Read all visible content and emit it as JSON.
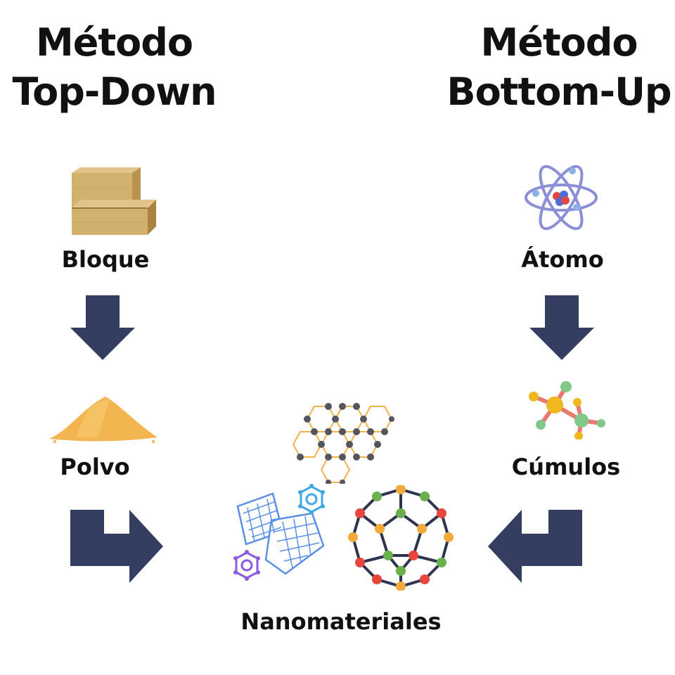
{
  "left": {
    "title_line1": "Método",
    "title_line2": "Top-Down",
    "step1": "Bloque",
    "step2": "Polvo"
  },
  "right": {
    "title_line1": "Método",
    "title_line2": "Bottom-Up",
    "step1": "Átomo",
    "step2": "Cúmulos"
  },
  "center": {
    "label": "Nanomateriales"
  },
  "colors": {
    "arrow": "#333e60",
    "text": "#111111"
  },
  "icons": [
    "wood-block-icon",
    "sand-pile-icon",
    "atom-icon",
    "molecule-cluster-icon",
    "graphene-icon",
    "nanotube-icon",
    "fullerene-icon",
    "gear-icon"
  ]
}
